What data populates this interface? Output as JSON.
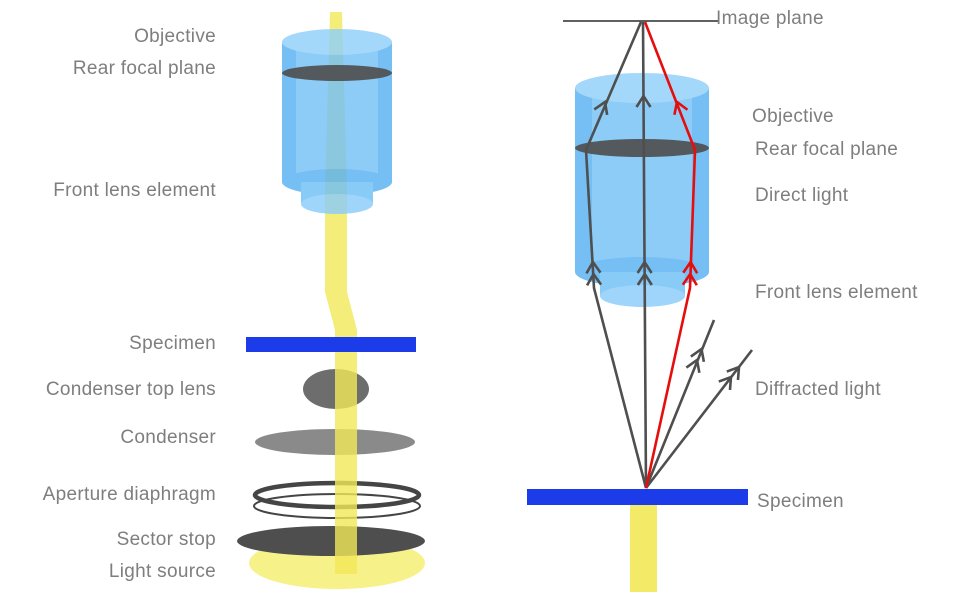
{
  "left_panel": {
    "labels": {
      "objective": "Objective",
      "rear_focal_plane": "Rear focal plane",
      "front_lens_element": "Front lens element",
      "specimen": "Specimen",
      "condenser_top_lens": "Condenser top lens",
      "condenser": "Condenser",
      "aperture_diaphragm": "Aperture diaphragm",
      "sector_stop": "Sector stop",
      "light_source": "Light source"
    }
  },
  "right_panel": {
    "labels": {
      "image_plane": "Image plane",
      "objective": "Objective",
      "rear_focal_plane": "Rear focal plane",
      "direct_light": "Direct light",
      "front_lens_element": "Front lens element",
      "diffracted_light": "Diffracted light",
      "specimen": "Specimen"
    }
  },
  "colors": {
    "lens_blue": "#58b1f2",
    "lens_blue_light": "#8fd0fa",
    "specimen_blue": "#1c3be9",
    "beam_yellow": "#f2e957",
    "direct_ray_red": "#e60d0d",
    "ray_gray": "#4f4f4f",
    "optics_gray": "#6d6d6d",
    "label_gray": "#7e7e7e"
  }
}
